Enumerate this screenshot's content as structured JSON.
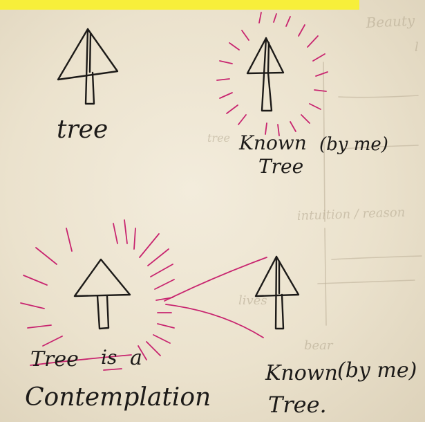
{
  "labels": {
    "tree": "tree",
    "known_tree_known": "Known",
    "known_tree_byme": "(by me)",
    "known_tree_tree": "Tree",
    "contemplation_tree": "Tree",
    "contemplation_is": "is",
    "contemplation_a": "a",
    "contemplation_word": "Contemplation",
    "bottom_known": "Known",
    "bottom_byme": "(by me)",
    "bottom_tree": "Tree."
  },
  "colors": {
    "ink": "#1c1a18",
    "magenta": "#c8246f",
    "highlight": "#f7ef3a",
    "paper": "#ece3cf"
  }
}
